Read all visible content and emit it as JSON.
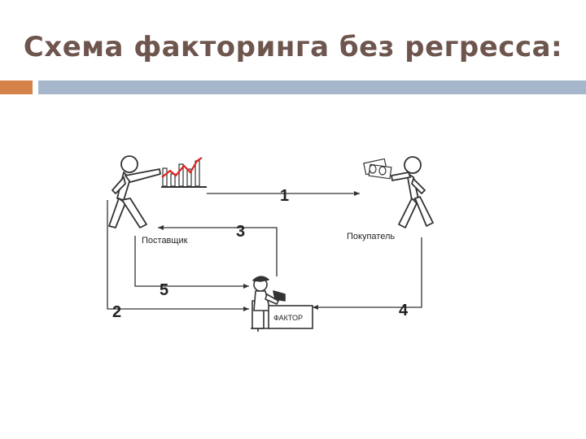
{
  "slide": {
    "title": "Схема факторинга без регресса:"
  },
  "diagram": {
    "supplier_label": "Поставщик",
    "buyer_label": "Покупатель",
    "factor_label": "ФАКТОР",
    "steps": [
      "1",
      "2",
      "3",
      "4",
      "5"
    ]
  },
  "colors": {
    "title": "#6e564e",
    "accent_bar": "#d4814a",
    "main_bar": "#a7b7cb",
    "lines": "#333333",
    "chart_red": "#e02020"
  }
}
